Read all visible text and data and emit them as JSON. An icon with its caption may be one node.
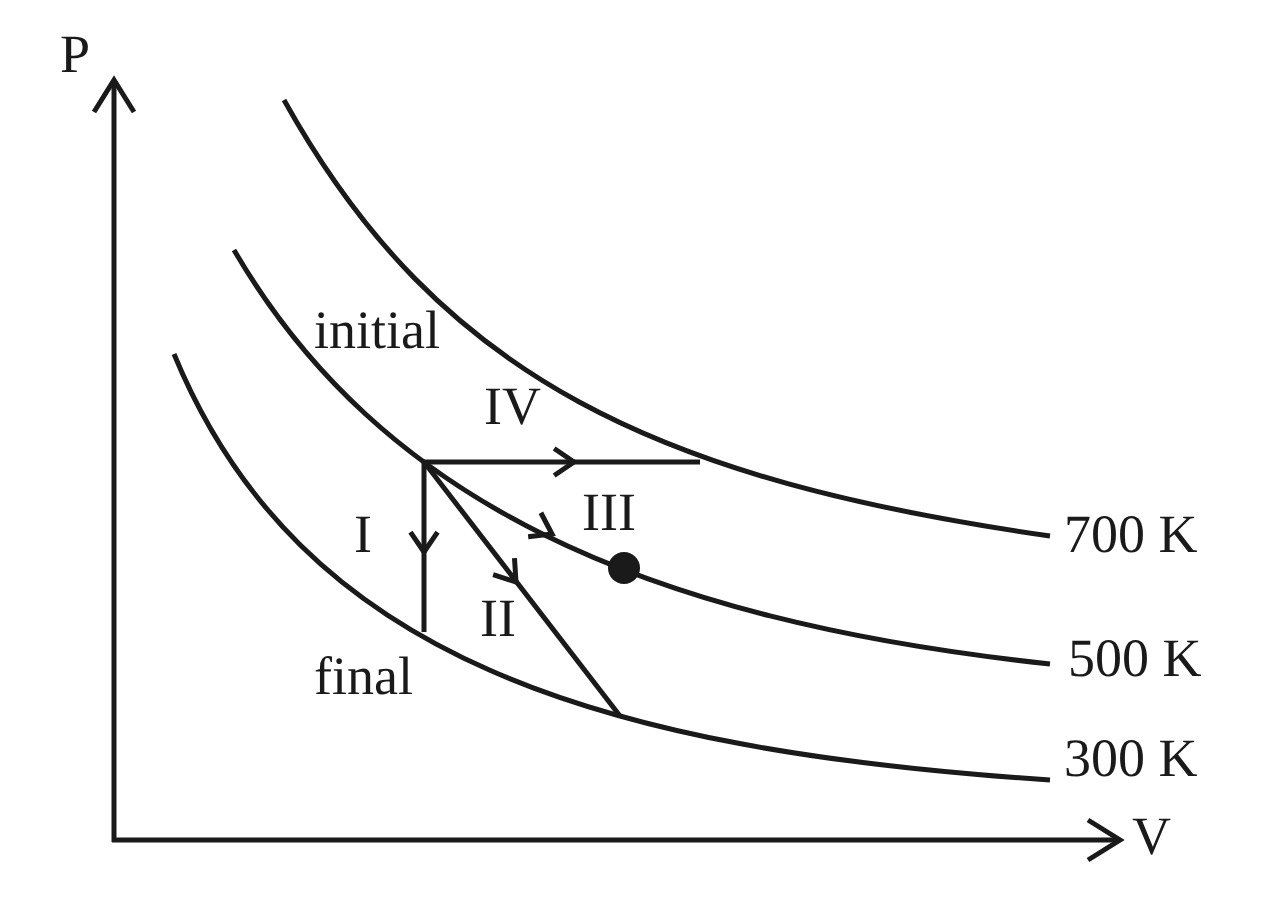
{
  "diagram": {
    "labels": [
      "P",
      "initial",
      "IV",
      "I",
      "III",
      "700 K",
      "II",
      "500 K",
      "final",
      "300 K",
      "V"
    ]
  }
}
